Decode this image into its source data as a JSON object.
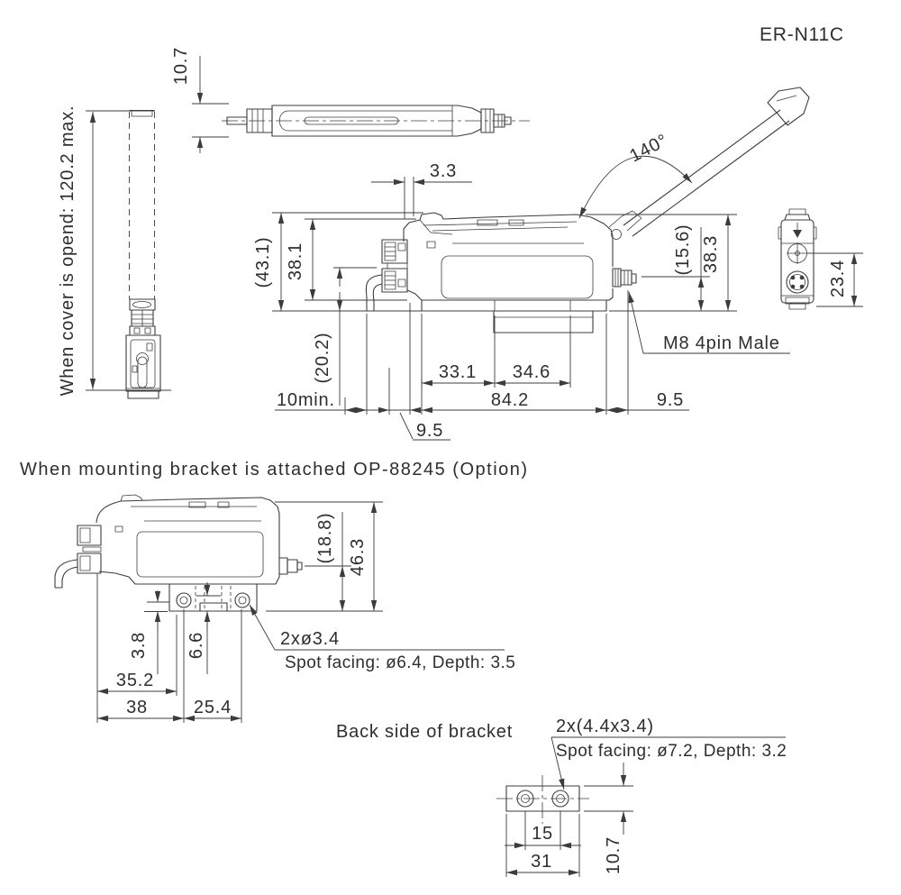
{
  "title": "ER-N11C",
  "colors": {
    "line": "#3c3c3c",
    "text": "#2e2e2e",
    "background": "#ffffff"
  },
  "section2_title": "When mounting bracket is attached OP-88245 (Option)",
  "labels": {
    "cover_open_note": "When cover is opend: 120.2 max.",
    "m8_connector": "M8 4pin Male",
    "back_side_note": "Back side of bracket",
    "front_holes": "2xø3.4",
    "front_spot_facing": "Spot facing: ø6.4, Depth: 3.5",
    "back_holes": "2x(4.4x3.4)",
    "back_spot_facing": "Spot facing: ø7.2, Depth: 3.2"
  },
  "dims": {
    "top_height": "10.7",
    "cover_offset": "3.3",
    "cover_angle": "140°",
    "total_height": "(43.1)",
    "body_height_left": "38.1",
    "cable_bend": "(20.2)",
    "min_clearance": "10min.",
    "m8_height": "(15.6)",
    "body_height_right": "38.3",
    "rear_depth": "23.4",
    "slot_left": "33.1",
    "slot_right": "34.6",
    "body_length": "84.2",
    "cable_offset": "9.5",
    "m8_length": "9.5",
    "bracket_m8_height": "(18.8)",
    "bracket_total_height": "46.3",
    "bracket_offset_a": "3.8",
    "bracket_offset_b": "6.6",
    "bracket_left_to_hole_edge": "35.2",
    "bracket_left_to_hole1": "38",
    "bracket_hole_pitch": "25.4",
    "back_hole_pitch": "15",
    "back_width": "31",
    "back_height": "10.7"
  }
}
